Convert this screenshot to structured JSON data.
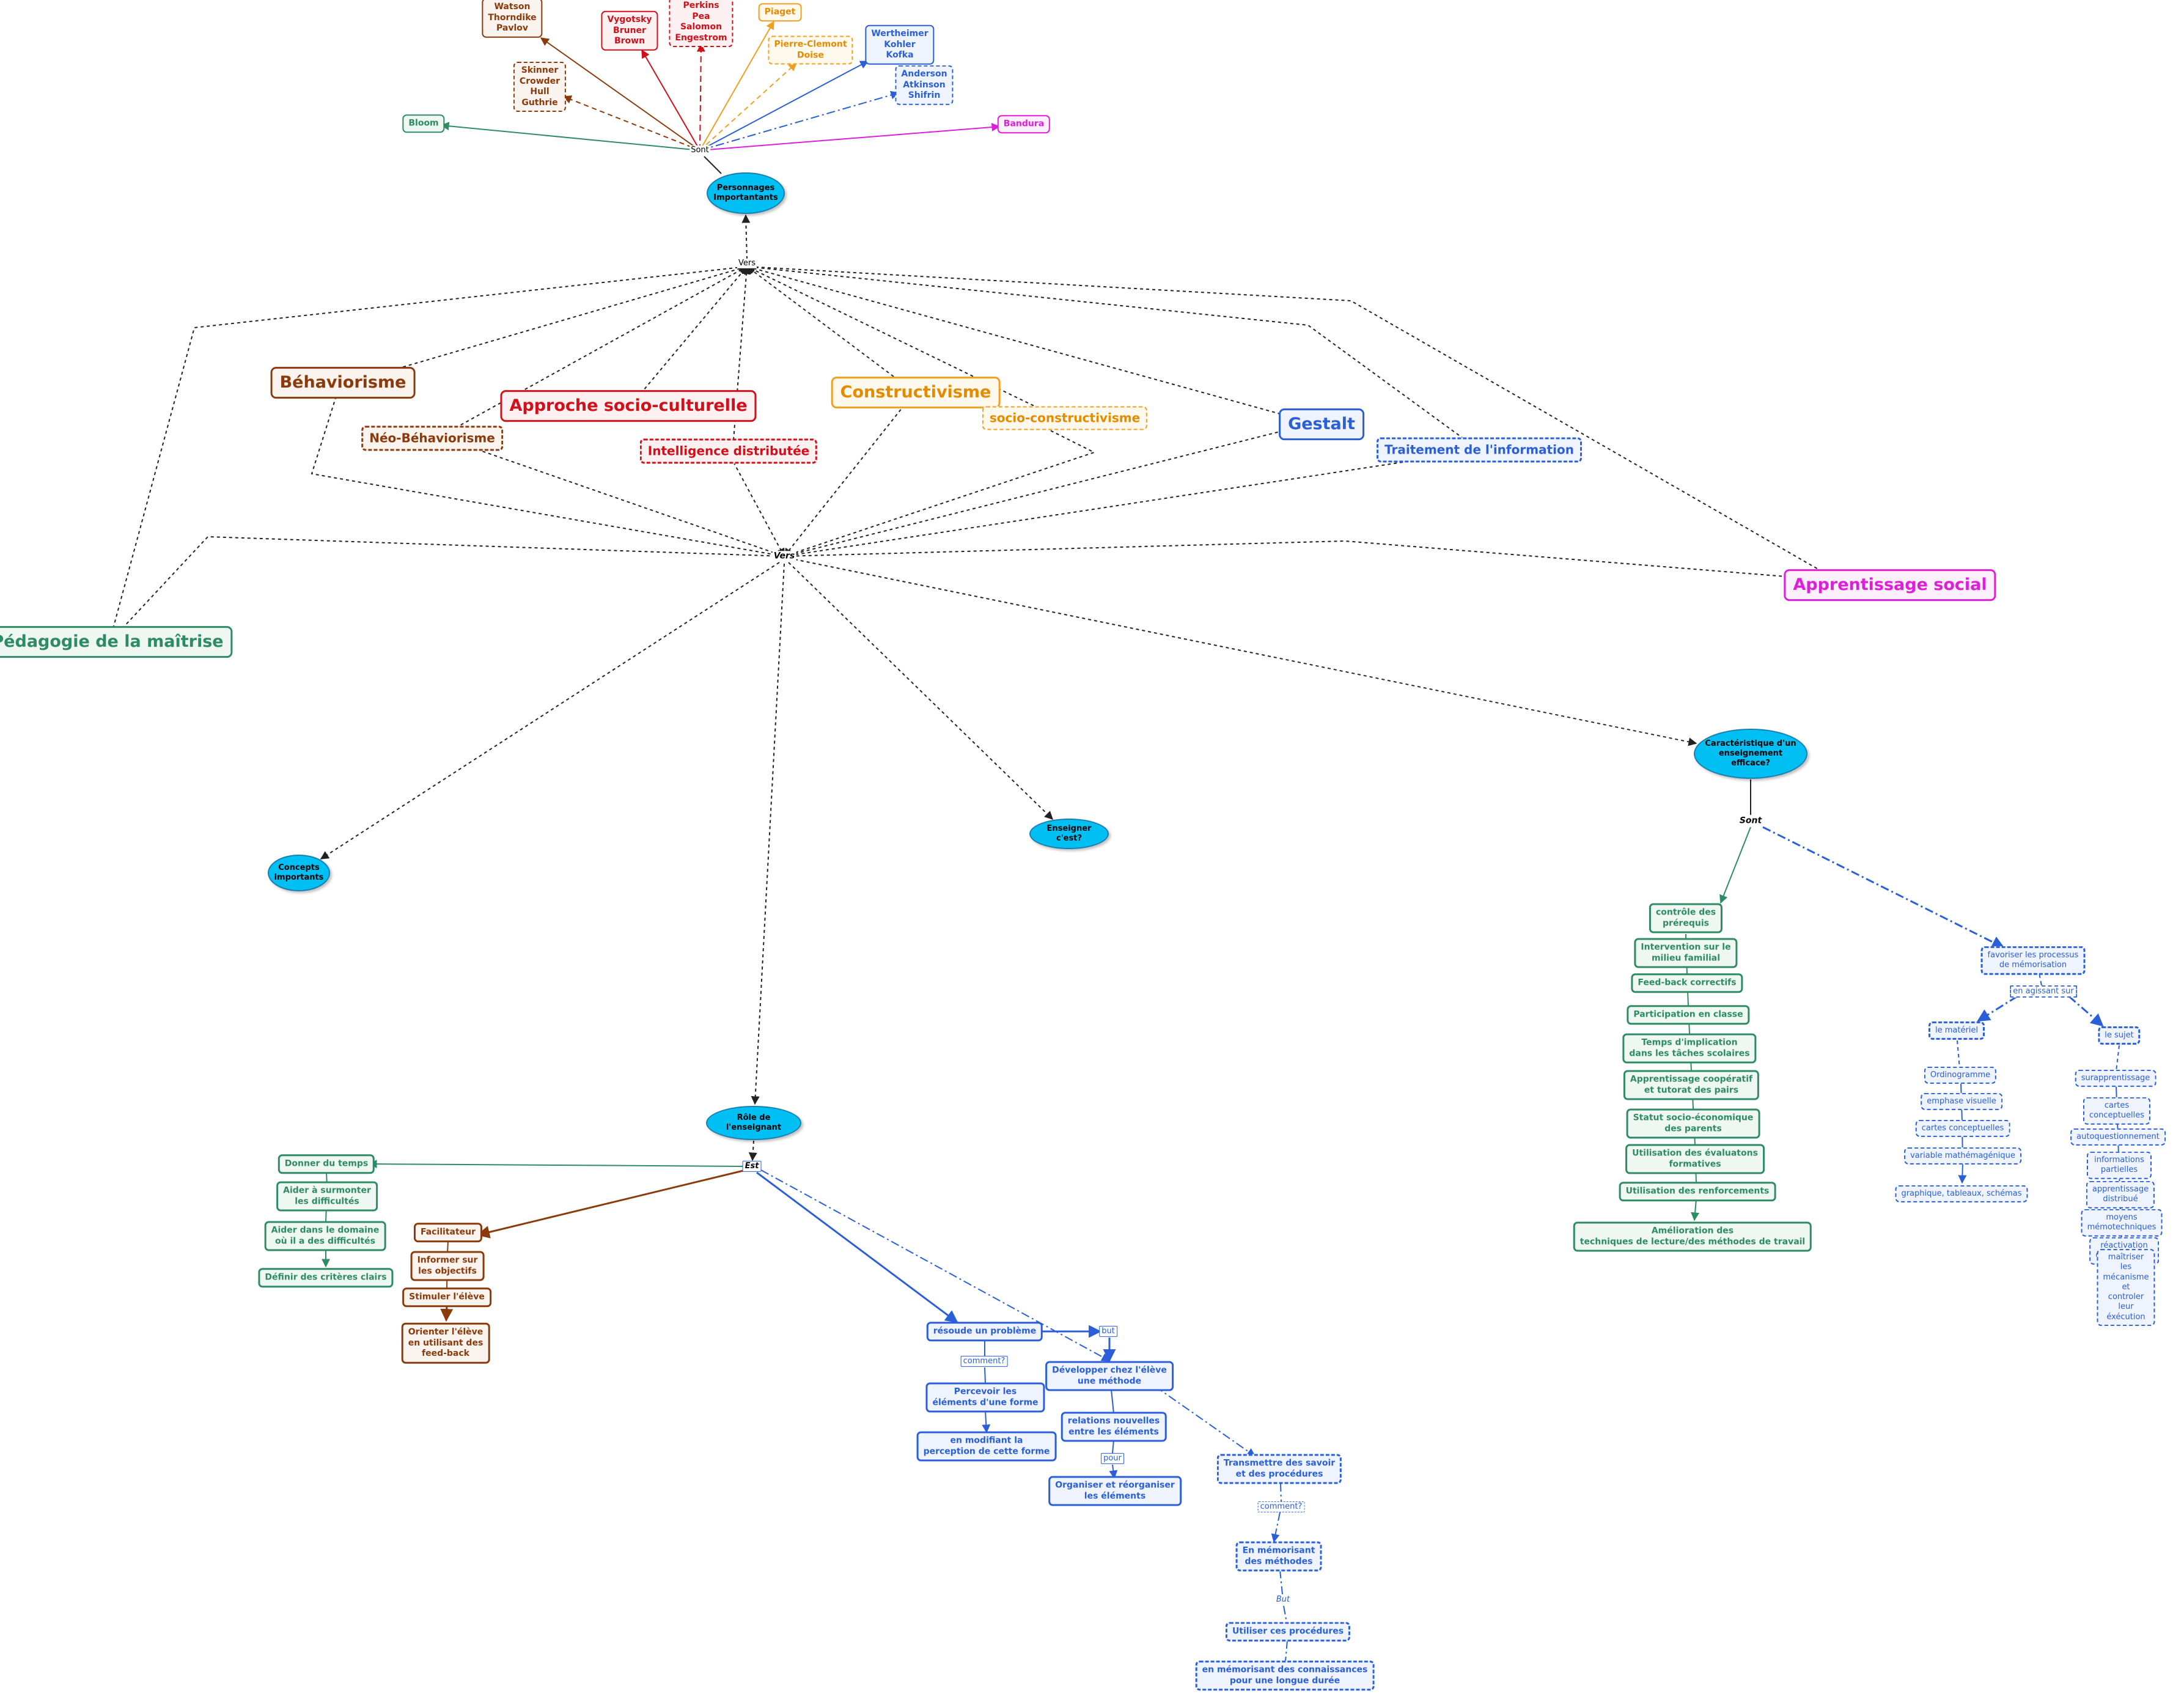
{
  "colors": {
    "brown": "#8b3a0c",
    "red": "#d0101a",
    "orange": "#f0a020",
    "blue": "#2a5fd8",
    "green": "#2e8b64",
    "magenta": "#dd1fd9",
    "cyan": "#00bff3",
    "black": "#222222"
  },
  "nodes": {
    "watson": "Watson\nThorndike\nPavlov",
    "vygotsky": "Vygotsky\nBruner\nBrown",
    "perkins": "Perkins\nPea\nSalomon\nEngestrom",
    "piaget": "Piaget",
    "pierre": "Pierre-Clemont\nDoise",
    "wertheimer": "Wertheimer\nKohler\nKofka",
    "anderson": "Anderson\nAtkinson\nShifrin",
    "skinner": "Skinner\nCrowder\nHull\nGuthrie",
    "bloom": "Bloom",
    "bandura": "Bandura",
    "sont_top": "Sont",
    "personnages": "Personnages\nImportantants",
    "vers_top": "Vers",
    "behaviorisme": "Béhaviorisme",
    "socioculturelle": "Approche socio-culturelle",
    "constructivisme": "Constructivisme",
    "socioconstructivisme": "socio-constructivisme",
    "gestalt": "Gestalt",
    "neo": "Néo-Béhaviorisme",
    "intelligence": "Intelligence distributée",
    "traitement": "Traitement de l'information",
    "pedagogie": "Pédagogie de la maîtrise",
    "apprentissage_social": "Apprentissage social",
    "vers_mid": "Vers",
    "concepts": "Concepts\nimportants",
    "enseigner": "Enseigner c'est?",
    "caracteristique": "Caractéristique d'un\nenseignement efficace?",
    "sont_right": "Sont",
    "controle": "contrôle des\nprérequis",
    "intervention": "Intervention sur le\nmilieu familial",
    "feedback": "Feed-back correctifs",
    "participation": "Participation en classe",
    "temps": "Temps d'implication\ndans les tâches scolaires",
    "coop": "Apprentissage coopératif\net tutorat des pairs",
    "statut": "Statut socio-économique\ndes parents",
    "evaluations": "Utilisation des évaluatons\nformatives",
    "renforcements": "Utilisation des renforcements",
    "amelioration": "Amélioration des\ntechniques de lecture/des méthodes de travail",
    "favoriser": "favoriser les processus\nde mémorisation",
    "agissant": "en agissant sur",
    "materiel": "le matériel",
    "sujet": "le sujet",
    "ordinogramme": "Ordinogramme",
    "emphase": "emphase visuelle",
    "cartes1": "cartes conceptuelles",
    "variable": "variable mathémagénique",
    "graphique": "graphique, tableaux, schémas",
    "surapprentissage": "surapprentissage",
    "cartes2": "cartes conceptuelles",
    "autoquestionnement": "autoquestionnement",
    "infos_partielles": "informations partielles",
    "distribue": "apprentissage distribué",
    "mnemo": "moyens mémotechniques",
    "reactivation": "réactivation d'informations",
    "maitriser": "maîtriser les mécanisme\net controler leur éxécution",
    "role": "Rôle de l'enseignant",
    "est": "Est",
    "donner": "Donner du temps",
    "aider_surmonter": "Aider à surmonter\nles difficultés",
    "aider_domaine": "Aider dans le domaine\noù il a des difficultés",
    "definir": "Définir des critères clairs",
    "facilitateur": "Facilitateur",
    "informer": "Informer sur\nles objectifs",
    "stimuler": "Stimuler l'élève",
    "orienter": "Orienter l'élève\nen utilisant des\nfeed-back",
    "resoude": "résoude un problème",
    "but1": "but",
    "comment1": "comment?",
    "percevoir": "Percevoir les\néléments d'une forme",
    "modifiant": "en modifiant la\nperception de cette forme",
    "developper": "Développer chez l'élève\nune méthode",
    "relations": "relations nouvelles\nentre les éléments",
    "pour": "pour",
    "organiser": "Organiser et réorganiser\nles éléments",
    "transmettre": "Transmettre des savoir\net des procédures",
    "comment2": "comment?",
    "memorisant": "En mémorisant\ndes méthodes",
    "but2": "But",
    "utiliser": "Utiliser ces procédures",
    "connaissances": "en mémorisant des connaissances\npour une longue durée"
  }
}
